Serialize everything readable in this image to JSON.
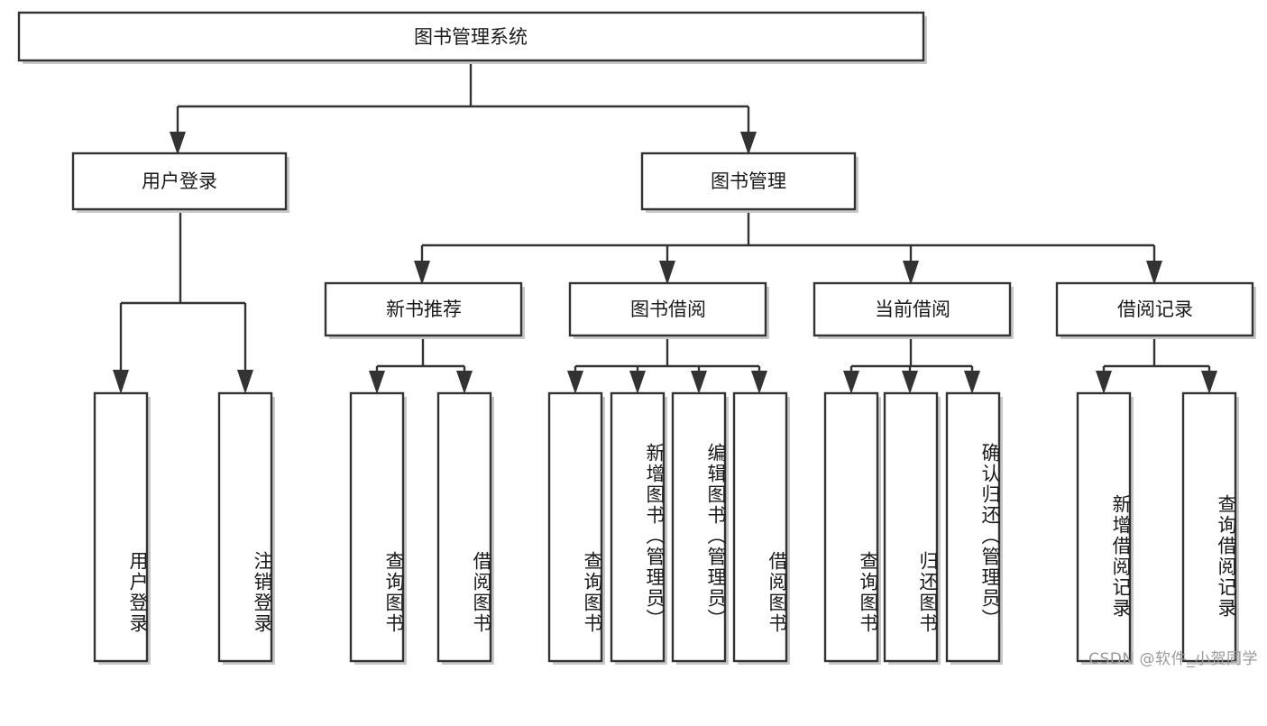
{
  "diagram": {
    "title": "图书管理系统",
    "type": "hierarchy-tree",
    "watermark": "CSDN @软件_小贺同学",
    "colors": {
      "stroke": "#333333",
      "fill": "#ffffff",
      "text": "#1a1a1a",
      "shadow": "#c8c8c8",
      "watermark": "#9a9a9a"
    },
    "levels": {
      "level0": [
        {
          "id": "root",
          "label": "图书管理系统"
        }
      ],
      "level1": [
        {
          "id": "user-login",
          "label": "用户登录",
          "parent": "root"
        },
        {
          "id": "book-management",
          "label": "图书管理",
          "parent": "root"
        }
      ],
      "level2": [
        {
          "id": "new-book-recommend",
          "label": "新书推荐",
          "parent": "book-management"
        },
        {
          "id": "book-borrow",
          "label": "图书借阅",
          "parent": "book-management"
        },
        {
          "id": "current-borrow",
          "label": "当前借阅",
          "parent": "book-management"
        },
        {
          "id": "borrow-record",
          "label": "借阅记录",
          "parent": "book-management"
        }
      ],
      "leaves": [
        {
          "id": "leaf-user-login",
          "label": "用户登录",
          "parent": "user-login"
        },
        {
          "id": "leaf-logout-login",
          "label": "注销登录",
          "parent": "user-login"
        },
        {
          "id": "leaf-query-book-1",
          "label": "查询图书",
          "parent": "new-book-recommend"
        },
        {
          "id": "leaf-borrow-book-1",
          "label": "借阅图书",
          "parent": "new-book-recommend"
        },
        {
          "id": "leaf-query-book-2",
          "label": "查询图书",
          "parent": "book-borrow"
        },
        {
          "id": "leaf-add-book",
          "label": "新增图书（管理员）",
          "parent": "book-borrow"
        },
        {
          "id": "leaf-edit-book",
          "label": "编辑图书（管理员）",
          "parent": "book-borrow"
        },
        {
          "id": "leaf-borrow-book-2",
          "label": "借阅图书",
          "parent": "book-borrow"
        },
        {
          "id": "leaf-query-book-3",
          "label": "查询图书",
          "parent": "current-borrow"
        },
        {
          "id": "leaf-return-book",
          "label": "归还图书",
          "parent": "current-borrow"
        },
        {
          "id": "leaf-confirm-return",
          "label": "确认归还（管理员）",
          "parent": "current-borrow"
        },
        {
          "id": "leaf-add-record",
          "label": "新增借阅记录",
          "parent": "borrow-record"
        },
        {
          "id": "leaf-query-record",
          "label": "查询借阅记录",
          "parent": "borrow-record"
        }
      ]
    }
  }
}
